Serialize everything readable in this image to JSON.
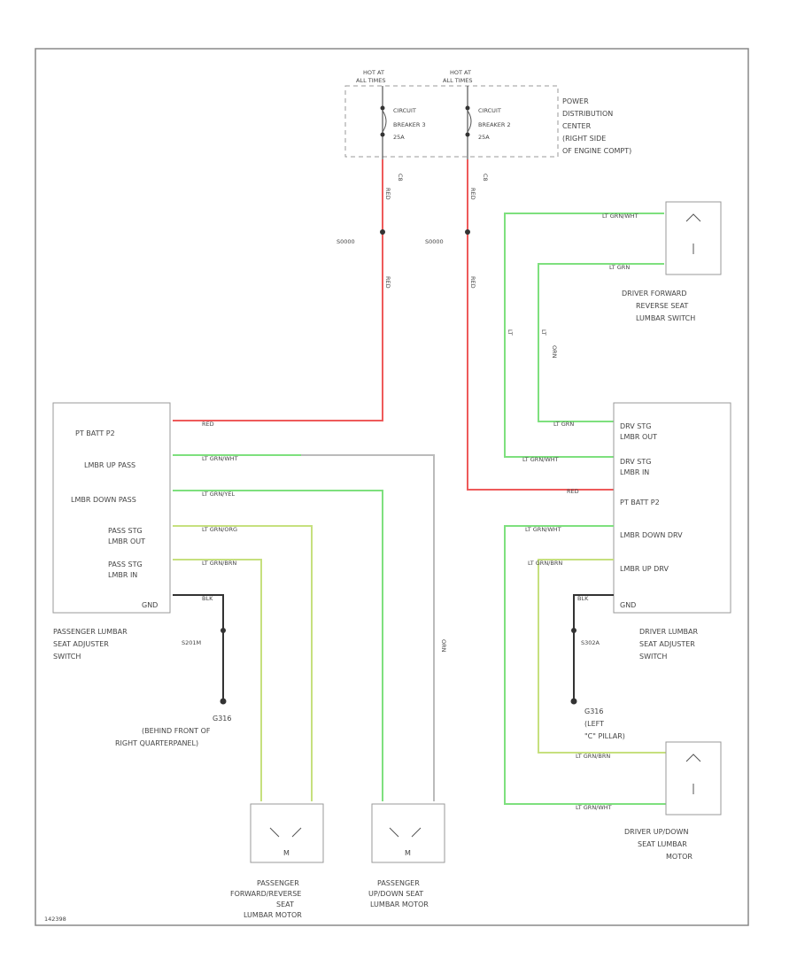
{
  "fuse_box": {
    "hot_left": [
      "HOT AT",
      "ALL TIMES"
    ],
    "hot_right": [
      "HOT AT",
      "ALL TIMES"
    ],
    "breaker_left": [
      "CIRCUIT",
      "BREAKER 3",
      "25A"
    ],
    "breaker_right": [
      "CIRCUIT",
      "BREAKER 2",
      "25A"
    ],
    "location": [
      "POWER",
      "DISTRIBUTION",
      "CENTER",
      "(RIGHT SIDE",
      "OF ENGINE COMPT)"
    ],
    "conn_left": "C8",
    "conn_right": "C8"
  },
  "splices": {
    "left": "S0000",
    "right": "S0000"
  },
  "wires": {
    "red": "RED",
    "lt_grn_wht": "LT GRN/WHT",
    "lt_grn": "LT GRN",
    "lt_grn_yel": "LT GRN/YEL",
    "lt_grn_org": "LT GRN/ORG",
    "lt_grn_brn": "LT GRN/BRN",
    "blk": "BLK",
    "orn": "ORN",
    "lt": "LT"
  },
  "passenger_switch": {
    "pins": [
      "PT BATT P2",
      "LMBR UP PASS",
      "LMBR DOWN PASS",
      "PASS STG",
      "LMBR OUT",
      "PASS STG",
      "LMBR IN",
      "GND"
    ],
    "title": [
      "PASSENGER LUMBAR",
      "SEAT ADJUSTER",
      "SWITCH"
    ]
  },
  "driver_switch": {
    "pins": [
      "DRV STG",
      "LMBR OUT",
      "DRV STG",
      "LMBR IN",
      "PT BATT P2",
      "LMBR DOWN DRV",
      "LMBR UP DRV",
      "GND"
    ],
    "title": [
      "DRIVER LUMBAR",
      "SEAT ADJUSTER",
      "SWITCH"
    ]
  },
  "driver_fwd_switch": {
    "title": [
      "DRIVER FORWARD",
      "REVERSE SEAT",
      "LUMBAR SWITCH"
    ]
  },
  "driver_motor": {
    "title": [
      "DRIVER UP/DOWN",
      "SEAT LUMBAR",
      "MOTOR"
    ]
  },
  "pass_fwd_motor": {
    "title": [
      "PASSENGER",
      "FORWARD/REVERSE",
      "SEAT",
      "LUMBAR MOTOR"
    ]
  },
  "pass_updown_motor": {
    "title": [
      "PASSENGER",
      "UP/DOWN SEAT",
      "LUMBAR MOTOR"
    ]
  },
  "grounds": {
    "left_splice": "S201M",
    "left_ground": [
      "G316",
      "(BEHIND FRONT OF",
      "RIGHT QUARTERPANEL)"
    ],
    "right_splice": "S302A",
    "right_ground": [
      "G316",
      "(LEFT",
      "\"C\" PILLAR)"
    ]
  },
  "motor_symbol": "M",
  "footer": "142398"
}
